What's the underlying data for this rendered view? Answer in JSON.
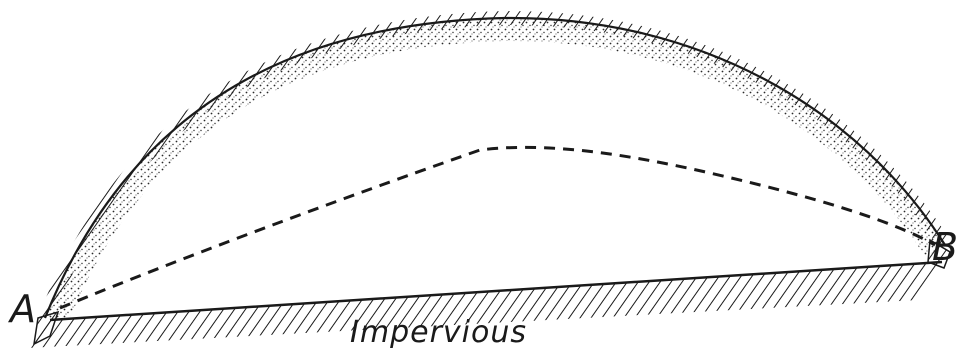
{
  "labels": {
    "point_a": "A",
    "point_b": "B",
    "base": "Impervious"
  },
  "colors": {
    "ink": "#1a1a1a",
    "background": "#ffffff"
  }
}
